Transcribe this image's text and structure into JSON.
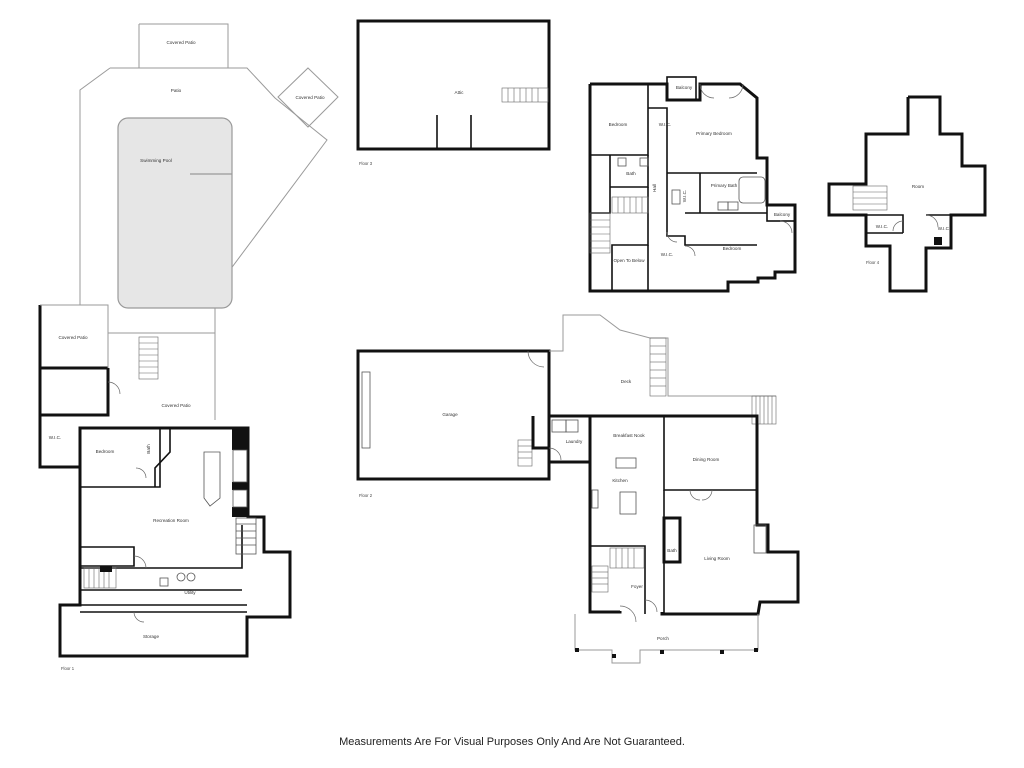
{
  "rooms": {
    "covered_patio_top": "Covered Patio",
    "patio": "Patio",
    "covered_patio_diamond": "Covered Patio",
    "swimming_pool": "Swimming Pool",
    "covered_patio_left": "Covered Patio",
    "covered_patio_mid": "Covered Patio",
    "wic_floor1": "W.I.C.",
    "bedroom_floor1": "Bedroom",
    "bath_floor1": "Bath",
    "recreation_room": "Recreation Room",
    "utility": "Utility",
    "storage": "Storage",
    "attic": "Attic",
    "bedroom_f2_left": "Bedroom",
    "wic_f2_a": "W.I.C.",
    "balcony_top": "Balcony",
    "primary_bedroom": "Primary Bedroom",
    "bath_f2": "Bath",
    "hall": "Hall",
    "wic_f2_b": "W.I.C.",
    "primary_bath": "Primary Bath",
    "balcony_right": "Balcony",
    "open_to_below": "Open To Below",
    "wic_f2_c": "W.I.C.",
    "bedroom_f2_right": "Bedroom",
    "room_floor4": "Room",
    "wic_f4_a": "W.I.C.",
    "wic_f4_b": "W.I.C.",
    "garage": "Garage",
    "deck": "Deck",
    "laundry": "Laundry",
    "breakfast_nook": "Breakfast Nook",
    "dining_room": "Dining Room",
    "kitchen": "Kitchen",
    "bath_main": "Bath",
    "living_room": "Living Room",
    "foyer": "Foyer",
    "porch": "Porch"
  },
  "floors": {
    "floor1": "Floor 1",
    "floor2": "Floor 2",
    "floor3": "Floor 3",
    "floor4": "Floor 4"
  },
  "disclaimer": "Measurements Are For Visual Purposes Only And Are Not Guaranteed.",
  "colors": {
    "wall": "#111111",
    "outline": "#9a9a9a",
    "pool": "#e6e6e6"
  }
}
